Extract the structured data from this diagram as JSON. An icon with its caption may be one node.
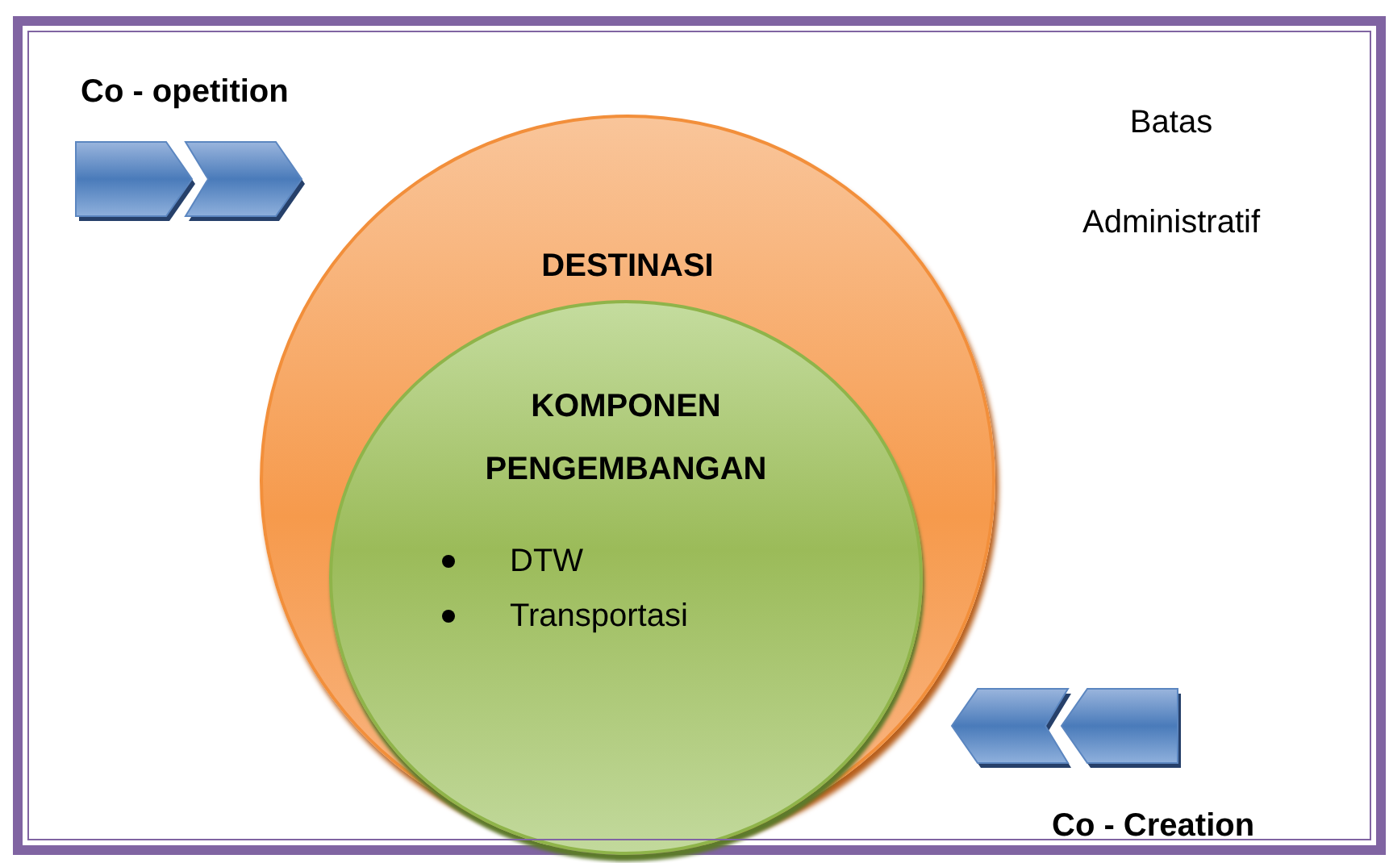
{
  "diagram": {
    "nodes": [
      {
        "text": [
          "Batas",
          "Administratif"
        ]
      },
      {
        "text": [
          "DESTINASI"
        ],
        "in": 0
      },
      {
        "text": [
          "KOMPONEN PENGEMBANGAN",
          "DTW",
          "Transportasi"
        ],
        "in": 1
      }
    ],
    "labels": [
      "Co - opetition",
      "Co - Creation"
    ]
  }
}
